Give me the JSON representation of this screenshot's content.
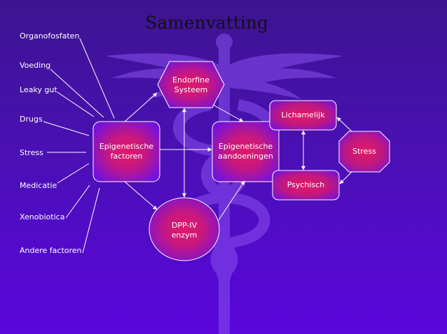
{
  "title": "Samenvatting",
  "factors": [
    "Organofosfaten",
    "Voeding",
    "Leaky gut",
    "Drugs",
    "Stress",
    "Medicatie",
    "Xenobiotica",
    "Andere factoren"
  ],
  "nodes": {
    "endorfine": {
      "line1": "Endorfine",
      "line2": "Systeem"
    },
    "epi_factoren": {
      "line1": "Epigenetische",
      "line2": "factoren"
    },
    "epi_aandoeningen": {
      "line1": "Epigenetische",
      "line2": "aandoeningen"
    },
    "dpp": {
      "line1": "DPP-IV",
      "line2": "enzym"
    },
    "lichamelijk": "Lichamelijk",
    "psychisch": "Psychisch",
    "stress": "Stress"
  },
  "colors": {
    "node_center": "#d41a6e",
    "node_edge": "#7a16d8",
    "stroke": "#ffffff",
    "title": "#111111"
  }
}
